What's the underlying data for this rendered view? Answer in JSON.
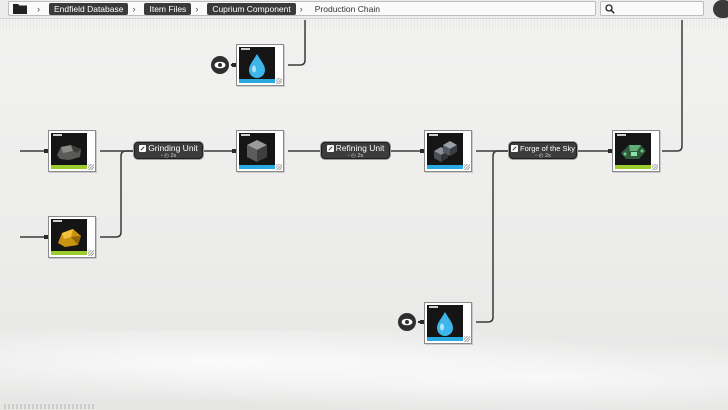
{
  "breadcrumb": {
    "items": [
      "Endfield Database",
      "Item Files",
      "Cuprium Component"
    ],
    "current": "Production Chain"
  },
  "search": {
    "value": "",
    "placeholder": ""
  },
  "machines": [
    {
      "name": "Grinding Unit",
      "time": "2s"
    },
    {
      "name": "Refining Unit",
      "time": "2s"
    },
    {
      "name": "Forge of the Sky",
      "time": "2s"
    }
  ],
  "items": [
    {
      "id": "water-top",
      "icon": "water-drop-icon",
      "bar_color": "#2aa8e0"
    },
    {
      "id": "ore-dark",
      "icon": "dark-ore-chunk-icon",
      "bar_color": "#9ccb2e"
    },
    {
      "id": "ore-gold",
      "icon": "gold-ore-icon",
      "bar_color": "#9ccb2e"
    },
    {
      "id": "powder-cube",
      "icon": "metal-powder-cube-icon",
      "bar_color": "#2aa8e0"
    },
    {
      "id": "refined-block",
      "icon": "refined-block-icon",
      "bar_color": "#2aa8e0"
    },
    {
      "id": "component",
      "icon": "cuprium-component-icon",
      "bar_color": "#9ccb2e"
    },
    {
      "id": "water-bottom",
      "icon": "water-drop-icon",
      "bar_color": "#2aa8e0"
    }
  ],
  "colors": {
    "wire": "#3a3a3a",
    "accent_blue": "#2aa8e0",
    "accent_green": "#9ccb2e",
    "machine_bg": "#3c3c3c"
  }
}
